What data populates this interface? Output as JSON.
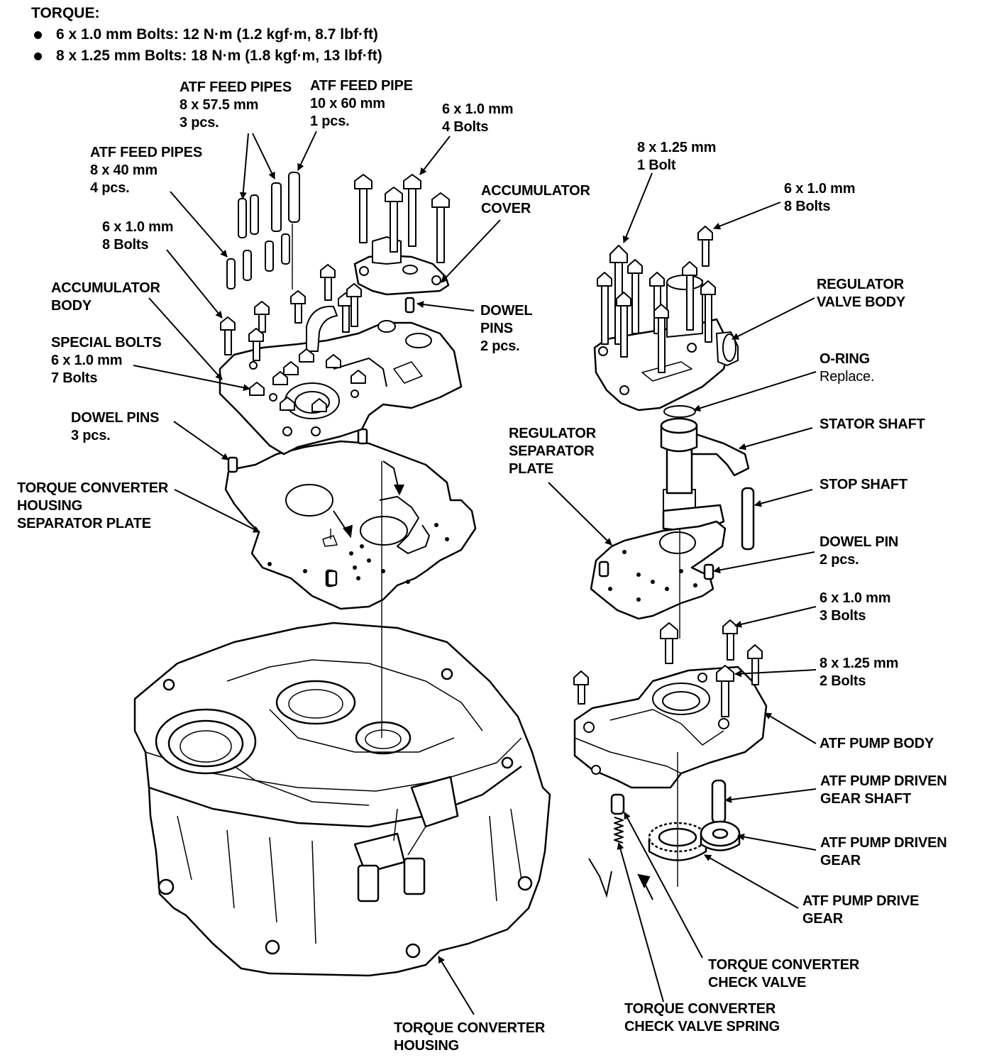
{
  "torque": {
    "title": "TORQUE:",
    "items": [
      "6 x 1.0 mm Bolts: 12 N·m (1.2 kgf·m, 8.7 lbf·ft)",
      "8 x 1.25 mm Bolts: 18 N·m (1.8 kgf·m, 13 lbf·ft)"
    ]
  },
  "labels": {
    "atf_feed_pipes_57": [
      "ATF FEED PIPES",
      "8 x 57.5 mm",
      "3 pcs."
    ],
    "atf_feed_pipe_60": [
      "ATF FEED PIPE",
      "10 x 60 mm",
      "1 pcs."
    ],
    "bolts_6x1_4": [
      "6 x 1.0 mm",
      "4 Bolts"
    ],
    "atf_feed_pipes_40": [
      "ATF FEED PIPES",
      "8 x 40 mm",
      "4 pcs."
    ],
    "accumulator_cover": [
      "ACCUMULATOR",
      "COVER"
    ],
    "bolts_6x1_8_left": [
      "6 x 1.0 mm",
      "8 Bolts"
    ],
    "accumulator_body": [
      "ACCUMULATOR",
      "BODY"
    ],
    "dowel_pins_2": [
      "DOWEL",
      "PINS",
      "2 pcs."
    ],
    "special_bolts": [
      "SPECIAL BOLTS",
      "6 x 1.0 mm",
      "7 Bolts"
    ],
    "dowel_pins_3": [
      "DOWEL PINS",
      "3 pcs."
    ],
    "tc_housing_separator_plate": [
      "TORQUE CONVERTER",
      "HOUSING",
      "SEPARATOR PLATE"
    ],
    "bolt_8x125_1": [
      "8 x 1.25 mm",
      "1 Bolt"
    ],
    "bolts_6x1_8_right": [
      "6 x 1.0 mm",
      "8 Bolts"
    ],
    "regulator_valve_body": [
      "REGULATOR",
      "VALVE BODY"
    ],
    "o_ring": [
      "O-RING",
      "Replace."
    ],
    "stator_shaft": [
      "STATOR SHAFT"
    ],
    "regulator_separator_plate": [
      "REGULATOR",
      "SEPARATOR",
      "PLATE"
    ],
    "stop_shaft": [
      "STOP SHAFT"
    ],
    "dowel_pin_2": [
      "DOWEL PIN",
      "2 pcs."
    ],
    "bolts_6x1_3": [
      "6 x 1.0 mm",
      "3 Bolts"
    ],
    "bolts_8x125_2": [
      "8 x 1.25 mm",
      "2 Bolts"
    ],
    "atf_pump_body": [
      "ATF PUMP BODY"
    ],
    "atf_pump_driven_gear_shaft": [
      "ATF PUMP DRIVEN",
      "GEAR SHAFT"
    ],
    "atf_pump_driven_gear": [
      "ATF PUMP DRIVEN",
      "GEAR"
    ],
    "atf_pump_drive_gear": [
      "ATF PUMP DRIVE",
      "GEAR"
    ],
    "tc_check_valve": [
      "TORQUE CONVERTER",
      "CHECK VALVE"
    ],
    "tc_check_valve_spring": [
      "TORQUE CONVERTER",
      "CHECK VALVE SPRING"
    ],
    "tc_housing": [
      "TORQUE CONVERTER",
      "HOUSING"
    ]
  }
}
